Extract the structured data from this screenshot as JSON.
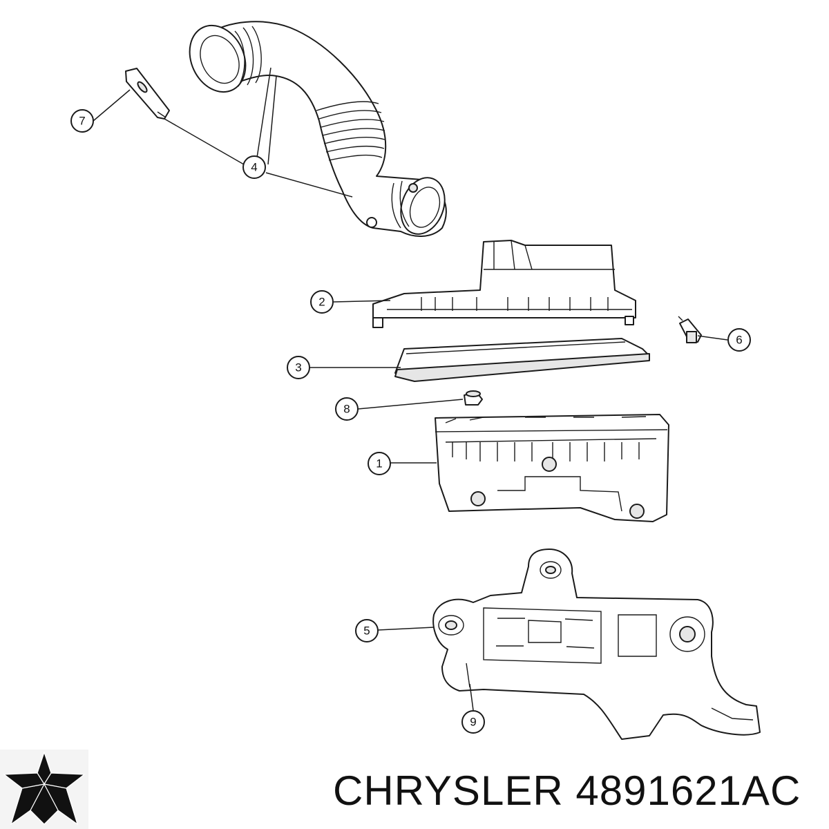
{
  "callouts": [
    {
      "label": "1",
      "part": "air-cleaner-housing-lower"
    },
    {
      "label": "2",
      "part": "air-cleaner-cover"
    },
    {
      "label": "3",
      "part": "air-filter-element"
    },
    {
      "label": "4",
      "part": "air-inlet-duct"
    },
    {
      "label": "5",
      "part": "mounting-bracket"
    },
    {
      "label": "6",
      "part": "sensor"
    },
    {
      "label": "7",
      "part": "clip"
    },
    {
      "label": "8",
      "part": "grommet"
    },
    {
      "label": "9",
      "part": "bracket-fastener"
    }
  ],
  "footer": {
    "brand": "CHRYSLER",
    "part_number": "4891621AC"
  },
  "colors": {
    "line": "#1a1a1a",
    "logo": "#111111",
    "background": "#ffffff"
  },
  "logo": {
    "icon": "chrysler-pentastar-icon"
  }
}
